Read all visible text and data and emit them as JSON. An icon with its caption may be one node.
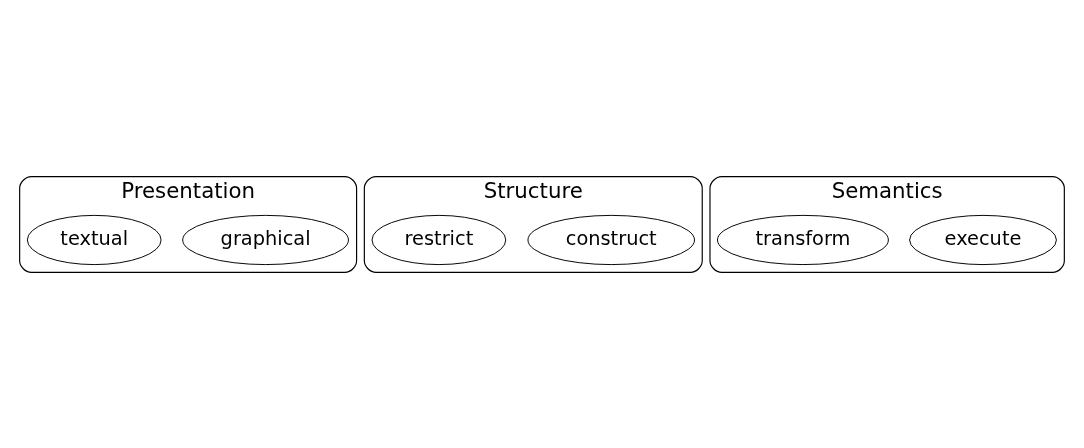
{
  "diagram": {
    "nodes": [
      {
        "text": [
          "Presentation"
        ]
      },
      {
        "text": [
          "graphical"
        ],
        "in": 0
      },
      {
        "text": [
          "textual"
        ],
        "in": 0
      },
      {
        "text": [
          "Structure"
        ]
      },
      {
        "text": [
          "construct"
        ],
        "in": 3
      },
      {
        "text": [
          "restrict"
        ],
        "in": 3
      },
      {
        "text": [
          "Semantics"
        ]
      },
      {
        "text": [
          "execute"
        ],
        "in": 6
      },
      {
        "text": [
          "transform"
        ],
        "in": 6
      }
    ],
    "edges": []
  }
}
